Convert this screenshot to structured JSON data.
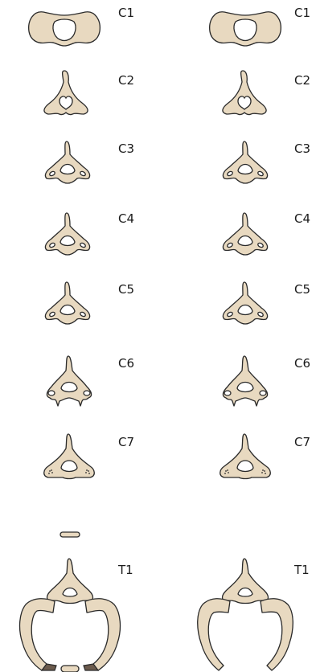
{
  "columns": [
    {
      "id": "left",
      "labels": [
        "C1",
        "C2",
        "C3",
        "C4",
        "C5",
        "C6",
        "C7",
        "T1"
      ]
    },
    {
      "id": "right",
      "labels": [
        "C1",
        "C2",
        "C3",
        "C4",
        "C5",
        "C6",
        "C7",
        "T1"
      ]
    }
  ],
  "colors": {
    "bone": "#e8d9c0",
    "outline": "#2a2a2a",
    "cartilage": "#6b5a4c"
  }
}
